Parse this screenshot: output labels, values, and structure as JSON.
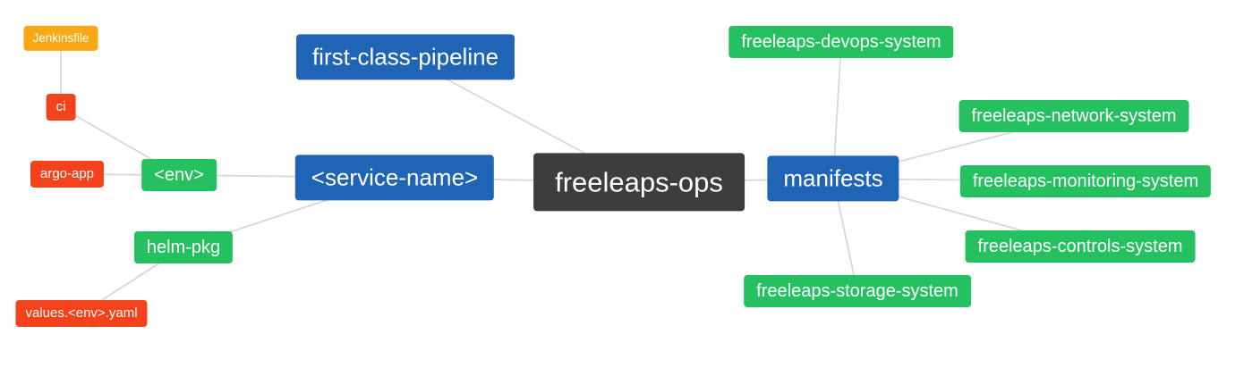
{
  "diagram": {
    "type": "mindmap",
    "root": "freeleaps-ops",
    "palette": {
      "blue": "#2065b5",
      "dark": "#3d3d3d",
      "green": "#25c05f",
      "red": "#f4431c",
      "amber": "#f7a814",
      "line": "#d8d8d8"
    },
    "nodes": [
      {
        "id": "jenkinsfile",
        "label": "Jenkinsfile",
        "color": "amber",
        "level": 4
      },
      {
        "id": "ci",
        "label": "ci",
        "color": "red",
        "level": 3
      },
      {
        "id": "argo-app",
        "label": "argo-app",
        "color": "red",
        "level": 3
      },
      {
        "id": "env",
        "label": "<env>",
        "color": "green",
        "level": 2
      },
      {
        "id": "helm-pkg",
        "label": "helm-pkg",
        "color": "green",
        "level": 2
      },
      {
        "id": "values-env-yaml",
        "label": "values.<env>.yaml",
        "color": "red",
        "level": 3
      },
      {
        "id": "first-class-pipeline",
        "label": "first-class-pipeline",
        "color": "blue",
        "level": 1
      },
      {
        "id": "service-name",
        "label": "<service-name>",
        "color": "blue",
        "level": 1
      },
      {
        "id": "freeleaps-ops",
        "label": "freeleaps-ops",
        "color": "dark",
        "level": 0
      },
      {
        "id": "manifests",
        "label": "manifests",
        "color": "blue",
        "level": 1
      },
      {
        "id": "freeleaps-devops-system",
        "label": "freeleaps-devops-system",
        "color": "green",
        "level": 2
      },
      {
        "id": "freeleaps-network-system",
        "label": "freeleaps-network-system",
        "color": "green",
        "level": 2
      },
      {
        "id": "freeleaps-monitoring-system",
        "label": "freeleaps-monitoring-system",
        "color": "green",
        "level": 2
      },
      {
        "id": "freeleaps-controls-system",
        "label": "freeleaps-controls-system",
        "color": "green",
        "level": 2
      },
      {
        "id": "freeleaps-storage-system",
        "label": "freeleaps-storage-system",
        "color": "green",
        "level": 2
      }
    ],
    "edges": [
      [
        "jenkinsfile",
        "ci"
      ],
      [
        "ci",
        "env"
      ],
      [
        "argo-app",
        "env"
      ],
      [
        "env",
        "service-name"
      ],
      [
        "helm-pkg",
        "service-name"
      ],
      [
        "values-env-yaml",
        "helm-pkg"
      ],
      [
        "first-class-pipeline",
        "freeleaps-ops"
      ],
      [
        "service-name",
        "freeleaps-ops"
      ],
      [
        "freeleaps-ops",
        "manifests"
      ],
      [
        "manifests",
        "freeleaps-devops-system"
      ],
      [
        "manifests",
        "freeleaps-network-system"
      ],
      [
        "manifests",
        "freeleaps-monitoring-system"
      ],
      [
        "manifests",
        "freeleaps-controls-system"
      ],
      [
        "manifests",
        "freeleaps-storage-system"
      ]
    ]
  }
}
